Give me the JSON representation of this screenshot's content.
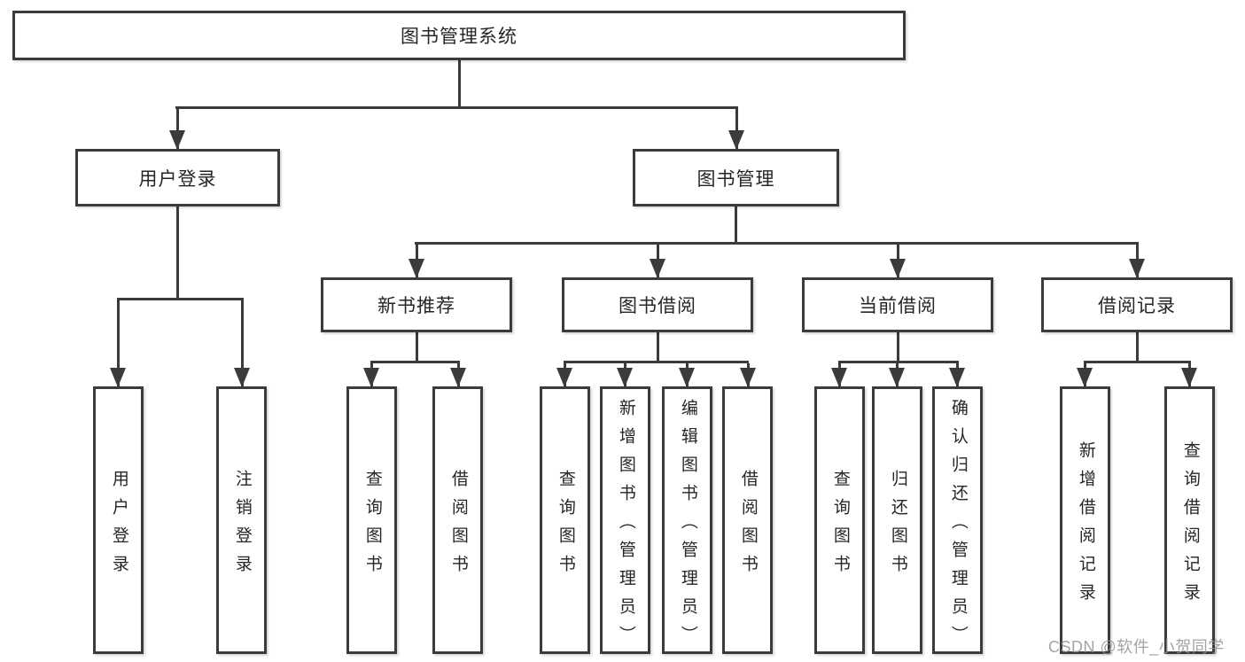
{
  "diagram": {
    "root": {
      "label": "图书管理系统"
    },
    "branches": {
      "user_login": {
        "label": "用户登录",
        "children": [
          {
            "label": "用户登录"
          },
          {
            "label": "注销登录"
          }
        ]
      },
      "book_management": {
        "label": "图书管理",
        "children": [
          {
            "label": "新书推荐",
            "children": [
              {
                "label": "查询图书"
              },
              {
                "label": "借阅图书"
              }
            ]
          },
          {
            "label": "图书借阅",
            "children": [
              {
                "label": "查询图书"
              },
              {
                "label": "新增图书（管理员）"
              },
              {
                "label": "编辑图书（管理员）"
              },
              {
                "label": "借阅图书"
              }
            ]
          },
          {
            "label": "当前借阅",
            "children": [
              {
                "label": "查询图书"
              },
              {
                "label": "归还图书"
              },
              {
                "label": "确认归还（管理员）"
              }
            ]
          },
          {
            "label": "借阅记录",
            "children": [
              {
                "label": "新增借阅记录"
              },
              {
                "label": "查询借阅记录"
              }
            ]
          }
        ]
      }
    }
  },
  "watermark": "CSDN @软件_小贺同学",
  "colors": {
    "line": "#3b3b3b",
    "text": "#262626",
    "background": "#ffffff",
    "watermark": "#949494"
  }
}
